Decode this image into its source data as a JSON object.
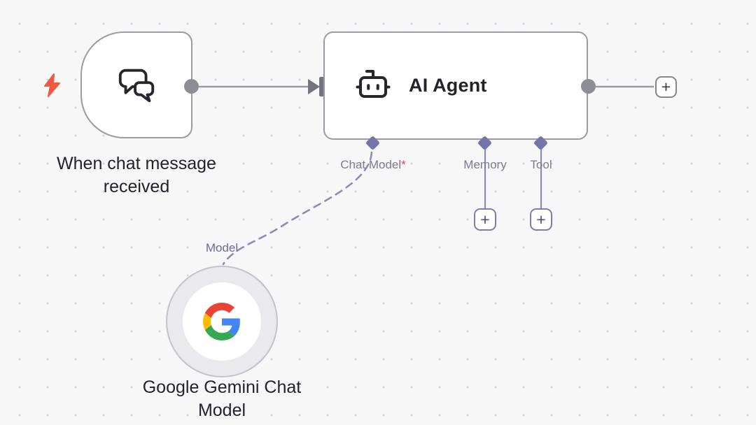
{
  "canvas": {
    "background": "#f7f7f8",
    "dot_color": "#d9d9de"
  },
  "trigger_node": {
    "label": "When chat message received",
    "icon": "chat-bubbles-icon",
    "badge_icon": "bolt-icon"
  },
  "agent_node": {
    "title": "AI Agent",
    "icon": "robot-icon",
    "ports": {
      "chat_model": {
        "label": "Chat Model",
        "required_marker": "*"
      },
      "memory": {
        "label": "Memory"
      },
      "tool": {
        "label": "Tool"
      }
    }
  },
  "model_node": {
    "label": "Google Gemini Chat Model",
    "icon": "google-logo",
    "port_label": "Model"
  },
  "add_button_label": "+",
  "colors": {
    "accent_purple": "#7474a8",
    "wire_gray": "#9b9ba3",
    "wire_purple": "#8c8cba",
    "required_red": "#e5484d",
    "bolt_orange": "#ee5b41",
    "node_border": "#9b9ba3",
    "port_gray": "#8d8d96"
  }
}
